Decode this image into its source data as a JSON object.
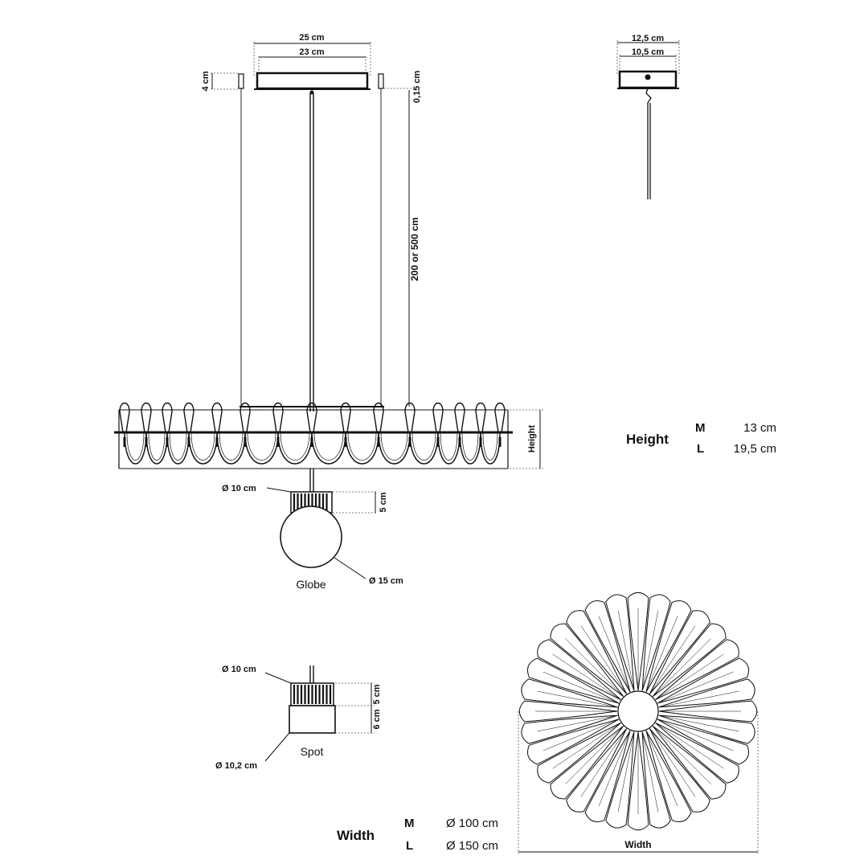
{
  "main_view": {
    "top_width": "25 cm",
    "inner_width": "23 cm",
    "canopy_height": "4 cm",
    "canopy_gap": "0,15 cm",
    "cable_length": "200 or 500 cm",
    "height_marker": "Height",
    "globe_top_diameter": "Ø 10 cm",
    "globe_top_height": "5 cm",
    "globe_diameter": "Ø 15 cm",
    "globe_caption": "Globe"
  },
  "side_view": {
    "outer_width": "12,5 cm",
    "inner_width": "10,5 cm"
  },
  "spot_view": {
    "top_diameter": "Ø 10 cm",
    "bottom_diameter": "Ø 10,2 cm",
    "upper_height": "5 cm",
    "lower_height": "6 cm",
    "caption": "Spot"
  },
  "top_view": {
    "width_marker": "Width",
    "petal_count": 32
  },
  "height_table": {
    "label": "Height",
    "rows": [
      {
        "size": "M",
        "value": "13 cm"
      },
      {
        "size": "L",
        "value": "19,5 cm"
      }
    ]
  },
  "width_table": {
    "label": "Width",
    "rows": [
      {
        "size": "M",
        "value": "Ø 100 cm"
      },
      {
        "size": "L",
        "value": "Ø 150 cm"
      }
    ]
  }
}
